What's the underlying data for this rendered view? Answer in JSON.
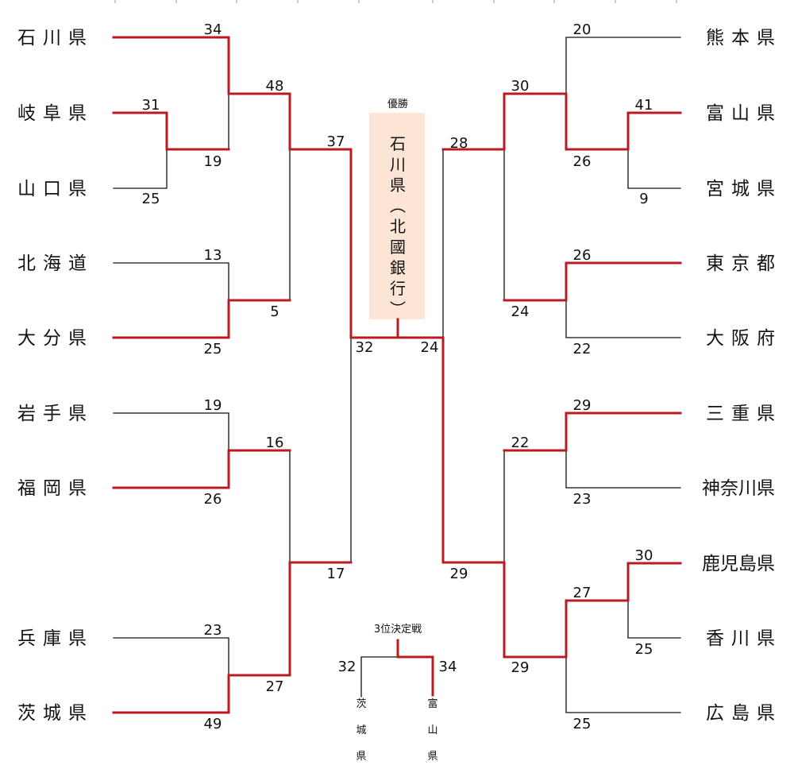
{
  "colors": {
    "winner": "#b81c22",
    "loser": "#111111",
    "champion_box": "#fde5d5"
  },
  "left_teams": [
    "石川県",
    "岐阜県",
    "山口県",
    "北海道",
    "大分県",
    "岩手県",
    "福岡県",
    "兵庫県",
    "茨城県"
  ],
  "right_teams": [
    "熊本県",
    "富山県",
    "宮城県",
    "東京都",
    "大阪府",
    "三重県",
    "神奈川県",
    "鹿児島県",
    "香川県",
    "広島県"
  ],
  "scores": {
    "ishikawa_r1": "34",
    "gifu_r0": "31",
    "yamaguchi_r0": "25",
    "gifu_r1": "19",
    "hokkaido_r1": "13",
    "oita_r1": "25",
    "ishikawa_qf": "48",
    "oita_qf": "5",
    "iwate_r1": "19",
    "fukuoka_r1": "26",
    "hyogo_r1": "23",
    "ibaraki_r1": "49",
    "fukuoka_qf": "16",
    "ibaraki_qf": "27",
    "ishikawa_sf": "37",
    "ibaraki_sf": "17",
    "ishikawa_final": "32",
    "toyama_final": "24",
    "kumamoto_r1": "20",
    "toyama_r0": "41",
    "miyagi_r0": "9",
    "toyama_r1": "26",
    "tokyo_r1": "26",
    "osaka_r1": "22",
    "toyama_qf": "30",
    "tokyo_qf": "24",
    "mie_r1": "29",
    "kanagawa_r1": "23",
    "kagoshima_r0": "30",
    "kagawa_r0": "25",
    "kagoshima_r1": "27",
    "hiroshima_r1": "25",
    "mie_qf": "22",
    "kagoshima_qf": "29",
    "toyama_sf": "28",
    "kagoshima_sf": "29"
  },
  "champion": {
    "label": "優勝",
    "name": "石川県（北國銀行）"
  },
  "third_place": {
    "title": "3位決定戦",
    "left_score": "32",
    "right_score": "34",
    "left_team": "茨城県",
    "right_team": "富山県"
  }
}
